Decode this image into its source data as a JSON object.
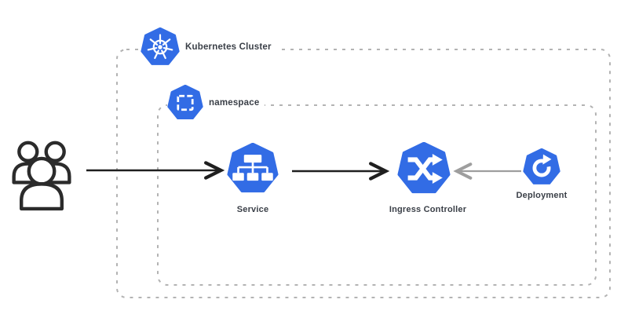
{
  "diagram": {
    "title_implicit": "Kubernetes ingress traffic flow diagram",
    "cluster": {
      "label": "Kubernetes Cluster"
    },
    "namespace": {
      "label": "namespace"
    },
    "nodes": {
      "users": {
        "icon": "users-icon",
        "label": ""
      },
      "service": {
        "icon": "service-icon",
        "label": "Service"
      },
      "ingress": {
        "icon": "ingress-controller-icon",
        "label": "Ingress Controller"
      },
      "deployment": {
        "icon": "deployment-icon",
        "label": "Deployment"
      }
    },
    "edges": [
      {
        "from": "users",
        "to": "service",
        "color": "#1f1f1f",
        "style": "solid"
      },
      {
        "from": "service",
        "to": "ingress",
        "color": "#1f1f1f",
        "style": "solid"
      },
      {
        "from": "deployment",
        "to": "ingress",
        "color": "#9e9e9e",
        "style": "solid"
      }
    ],
    "colors": {
      "k8s_blue": "#326CE5",
      "dashed_border": "#b3b3b3",
      "arrow_black": "#1f1f1f",
      "arrow_gray": "#9e9e9e",
      "label_text": "#3a3f47",
      "icon_glyph": "#ffffff",
      "users_stroke": "#2b2b2b"
    }
  }
}
